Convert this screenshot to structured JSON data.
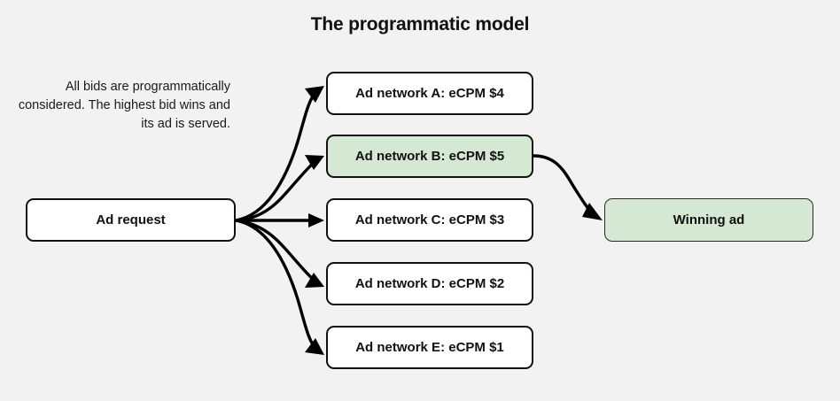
{
  "title": "The programmatic model",
  "description": "All bids are programmatically considered. The highest bid wins and its ad is served.",
  "colors": {
    "background": "#f2f2f2",
    "box_fill_default": "#ffffff",
    "box_fill_highlight": "#d5e8d4",
    "border": "#111111",
    "text": "#111111",
    "arrow": "#000000"
  },
  "nodes": {
    "request": {
      "label": "Ad request",
      "fill": "#ffffff"
    },
    "networks": [
      {
        "label": "Ad network A: eCPM $4",
        "network": "A",
        "ecpm": 4,
        "fill": "#ffffff",
        "winner": false
      },
      {
        "label": "Ad network B: eCPM $5",
        "network": "B",
        "ecpm": 5,
        "fill": "#d5e8d4",
        "winner": true
      },
      {
        "label": "Ad network C: eCPM $3",
        "network": "C",
        "ecpm": 3,
        "fill": "#ffffff",
        "winner": false
      },
      {
        "label": "Ad network D: eCPM $2",
        "network": "D",
        "ecpm": 2,
        "fill": "#ffffff",
        "winner": false
      },
      {
        "label": "Ad network E: eCPM $1",
        "network": "E",
        "ecpm": 1,
        "fill": "#ffffff",
        "winner": false
      }
    ],
    "winner": {
      "label": "Winning ad",
      "fill": "#d5e8d4"
    }
  },
  "edges": [
    {
      "from": "request",
      "to": "network-a",
      "style": "curved-arrow"
    },
    {
      "from": "request",
      "to": "network-b",
      "style": "curved-arrow"
    },
    {
      "from": "request",
      "to": "network-c",
      "style": "straight-arrow"
    },
    {
      "from": "request",
      "to": "network-d",
      "style": "curved-arrow"
    },
    {
      "from": "request",
      "to": "network-e",
      "style": "curved-arrow"
    },
    {
      "from": "network-b",
      "to": "winner",
      "style": "curved-arrow"
    }
  ]
}
